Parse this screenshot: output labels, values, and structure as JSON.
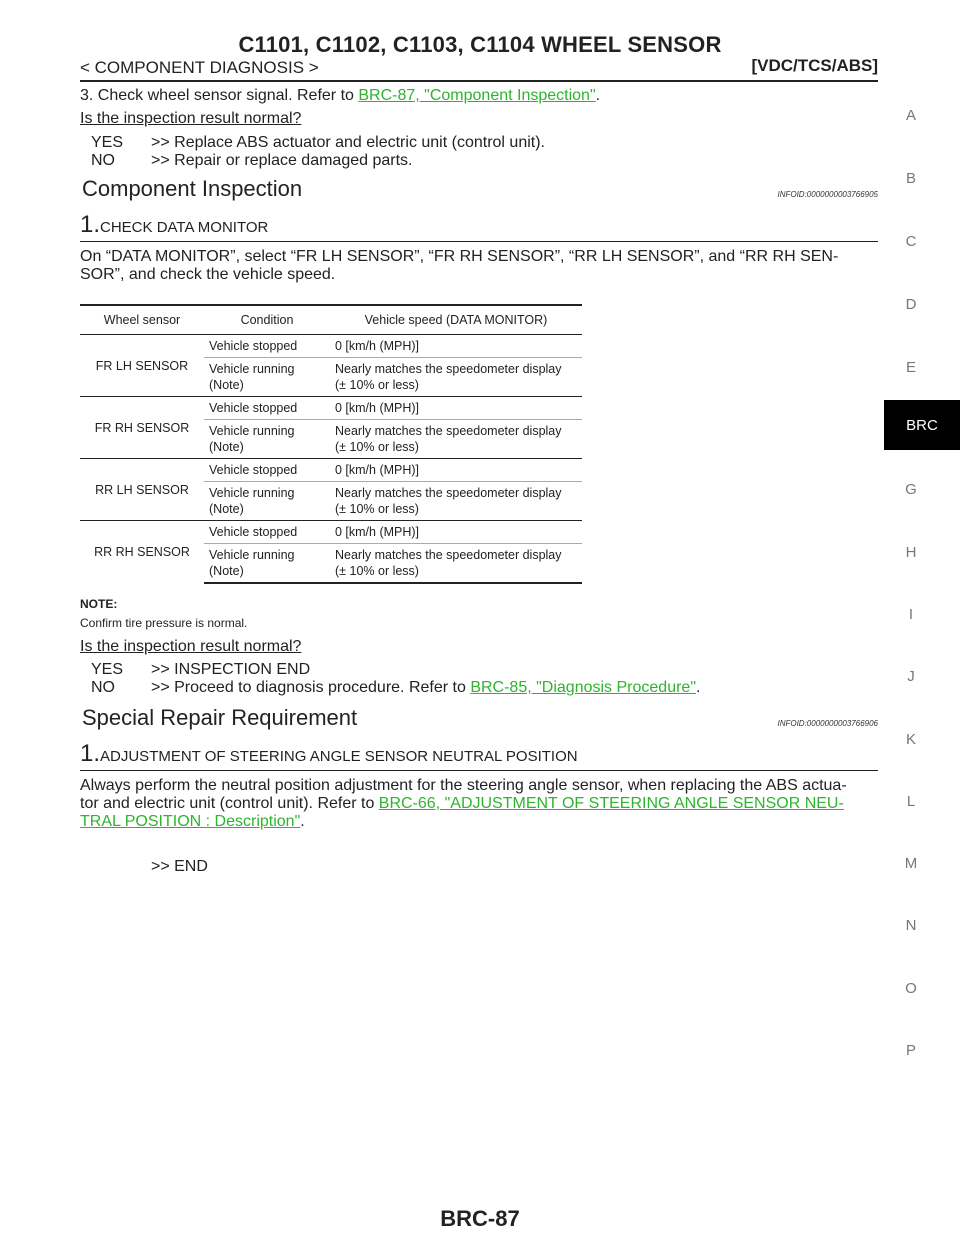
{
  "header": {
    "title": "C1101, C1102, C1103, C1104 WHEEL SENSOR",
    "section_left": "< COMPONENT DIAGNOSIS >",
    "section_right": "[VDC/TCS/ABS]"
  },
  "intro": {
    "step3_text": "3. Check wheel sensor signal. Refer to ",
    "step3_link": "BRC-87, \"Component Inspection\"",
    "step3_end": ".",
    "question": "Is the inspection result normal?",
    "yes_label": "YES",
    "yes_text": ">> Replace ABS actuator and electric unit (control unit).",
    "no_label": "NO",
    "no_text": ">> Repair or replace damaged parts."
  },
  "component_inspection": {
    "heading": "Component Inspection",
    "infoid": "INFOID:0000000003766905",
    "step_num": "1.",
    "step_title": "CHECK DATA MONITOR",
    "instruction_line1": "On “DATA MONITOR”, select “FR LH SENSOR”, “FR RH SENSOR”, “RR LH SENSOR”, and “RR RH SEN-",
    "instruction_line2": "SOR”, and check the vehicle speed.",
    "table": {
      "headers": [
        "Wheel sensor",
        "Condition",
        "Vehicle speed (DATA MONITOR)"
      ],
      "rows": [
        {
          "sensor": "FR LH SENSOR",
          "stopped": "Vehicle stopped",
          "stopped_val": "0 [km/h (MPH)]",
          "running_1": "Vehicle running",
          "running_2": "(Note)",
          "running_val_1": "Nearly matches the speedometer display",
          "running_val_2": "(± 10% or less)"
        },
        {
          "sensor": "FR RH SENSOR",
          "stopped": "Vehicle stopped",
          "stopped_val": "0 [km/h (MPH)]",
          "running_1": "Vehicle running",
          "running_2": "(Note)",
          "running_val_1": "Nearly matches the speedometer display",
          "running_val_2": "(± 10% or less)"
        },
        {
          "sensor": "RR LH SENSOR",
          "stopped": "Vehicle stopped",
          "stopped_val": "0 [km/h (MPH)]",
          "running_1": "Vehicle running",
          "running_2": "(Note)",
          "running_val_1": "Nearly matches the speedometer display",
          "running_val_2": "(± 10% or less)"
        },
        {
          "sensor": "RR RH SENSOR",
          "stopped": "Vehicle stopped",
          "stopped_val": "0 [km/h (MPH)]",
          "running_1": "Vehicle running",
          "running_2": "(Note)",
          "running_val_1": "Nearly matches the speedometer display",
          "running_val_2": "(± 10% or less)"
        }
      ]
    },
    "note_label": "NOTE:",
    "note_text": "Confirm tire pressure is normal.",
    "question": "Is the inspection result normal?",
    "yes_label": "YES",
    "yes_text": ">> INSPECTION END",
    "no_label": "NO",
    "no_text": ">> Proceed to diagnosis procedure. Refer to ",
    "no_link": "BRC-85, \"Diagnosis Procedure\"",
    "no_end": "."
  },
  "special_repair": {
    "heading": "Special Repair Requirement",
    "infoid": "INFOID:0000000003766906",
    "step_num": "1.",
    "step_title": "ADJUSTMENT OF STEERING ANGLE SENSOR NEUTRAL POSITION",
    "text_line1": "Always perform the neutral position adjustment for the steering angle sensor, when replacing the ABS actua-",
    "text_line2": "tor and electric unit (control unit). Refer to ",
    "link_part1": "BRC-66, \"ADJUSTMENT OF STEERING ANGLE SENSOR NEU-",
    "link_part2": "TRAL POSITION : Description\"",
    "link_end": ".",
    "end_text": ">> END"
  },
  "side_index": [
    "A",
    "B",
    "C",
    "D",
    "E",
    "BRC",
    "G",
    "H",
    "I",
    "J",
    "K",
    "L",
    "M",
    "N",
    "O",
    "P"
  ],
  "footer": {
    "page_number": "BRC-87"
  },
  "colors": {
    "link": "#2db52d",
    "tab_bg": "#000000"
  }
}
